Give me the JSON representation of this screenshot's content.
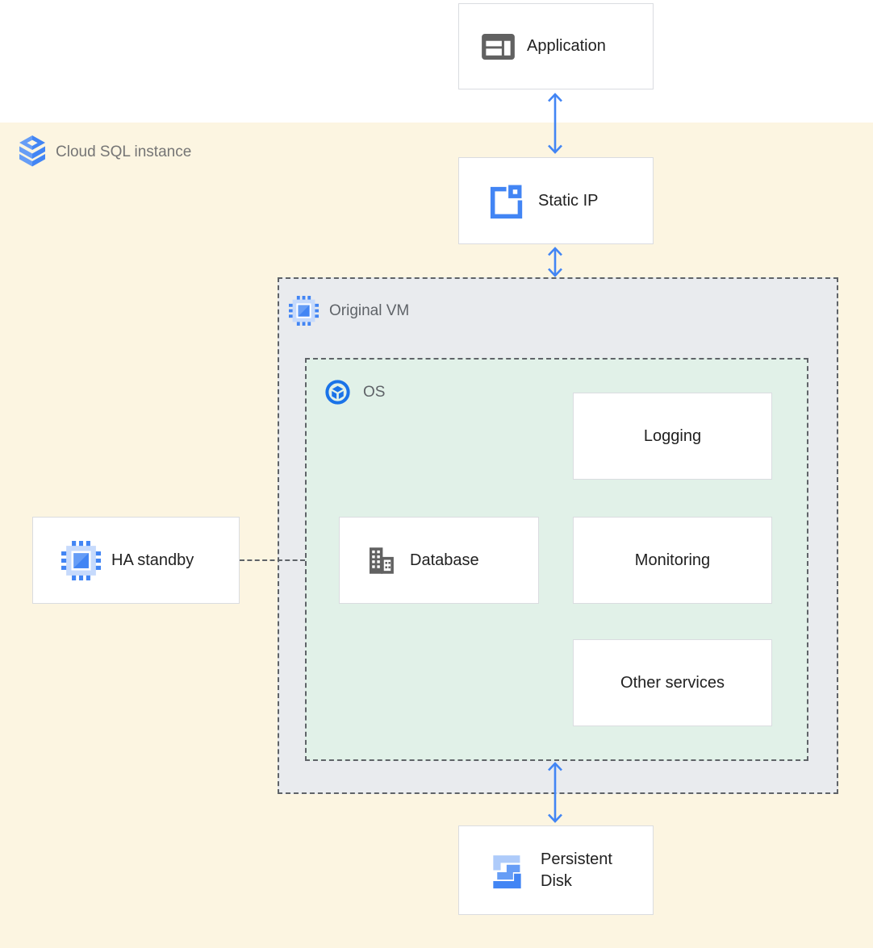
{
  "diagram": {
    "title_zone_label": "Cloud SQL instance",
    "nodes": {
      "application": {
        "label": "Application",
        "icon": "app-window-icon"
      },
      "static_ip": {
        "label": "Static IP",
        "icon": "external-ip-icon"
      },
      "original_vm": {
        "label": "Original VM",
        "icon": "compute-engine-icon"
      },
      "os": {
        "label": "OS",
        "icon": "os-cube-circle-icon"
      },
      "logging": {
        "label": "Logging"
      },
      "database": {
        "label": "Database",
        "icon": "building-icon"
      },
      "monitoring": {
        "label": "Monitoring"
      },
      "other_services": {
        "label": "Other services"
      },
      "ha_standby": {
        "label": "HA standby",
        "icon": "compute-engine-icon"
      },
      "persistent_disk": {
        "label": "Persistent Disk",
        "icon": "persistent-disk-icon"
      }
    },
    "edges": [
      {
        "from": "application",
        "to": "static_ip",
        "style": "bidirectional-arrow"
      },
      {
        "from": "static_ip",
        "to": "original_vm",
        "style": "bidirectional-arrow"
      },
      {
        "from": "os",
        "to": "persistent_disk",
        "style": "bidirectional-arrow"
      },
      {
        "from": "ha_standby",
        "to": "os",
        "style": "dashed-line"
      }
    ],
    "colors": {
      "arrow_blue": "#4285f4",
      "zone_yellow": "#fcf5e1",
      "vm_zone_gray": "#e9ebee",
      "os_zone_green": "#e1f1e8",
      "box_border": "#dadce0",
      "dashed_border": "#5f6368",
      "zone_label_text": "#757575",
      "node_label_text": "#212121",
      "icon_gray": "#616161",
      "icon_blue": "#4285f4",
      "icon_blue_mid": "#669df6",
      "icon_blue_light": "#aecbfa"
    }
  }
}
